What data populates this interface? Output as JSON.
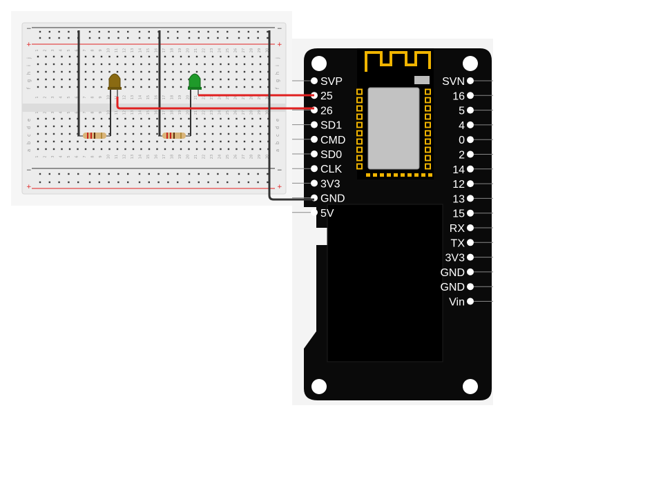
{
  "breadboard": {
    "columns": [
      "1",
      "2",
      "3",
      "4",
      "5",
      "6",
      "7",
      "8",
      "9",
      "10",
      "11",
      "12",
      "13",
      "14",
      "15",
      "16",
      "17",
      "18",
      "19",
      "20",
      "21",
      "22",
      "23",
      "24",
      "25",
      "26",
      "27",
      "28",
      "29",
      "30"
    ],
    "rows_top": [
      "j",
      "i",
      "h",
      "g",
      "f"
    ],
    "rows_bottom": [
      "e",
      "d",
      "c",
      "b",
      "a"
    ],
    "rail_minus": "−",
    "rail_plus": "+",
    "colors": {
      "board": "#ececec",
      "rail_red": "#e02020",
      "rail_dark": "#333333",
      "hole": "#3a3a3a"
    }
  },
  "components": {
    "led_left": {
      "color": "#8a6a12",
      "name": "yellow-led"
    },
    "led_right": {
      "color": "#1f9a2a",
      "name": "green-led"
    },
    "resistor_color": "#d9b47a"
  },
  "wires": {
    "signal_color": "#e02020",
    "ground_color": "#333333"
  },
  "board": {
    "body_color": "#0a0a0a",
    "pin_color": "#ffffff",
    "antenna_color": "#f0b400",
    "left_pins": [
      "SVP",
      "25",
      "26",
      "SD1",
      "CMD",
      "SD0",
      "CLK",
      "3V3",
      "GND",
      "5V"
    ],
    "right_pins": [
      "SVN",
      "16",
      "5",
      "4",
      "0",
      "2",
      "14",
      "12",
      "13",
      "15",
      "RX",
      "TX",
      "3V3",
      "GND",
      "GND",
      "Vin"
    ]
  }
}
